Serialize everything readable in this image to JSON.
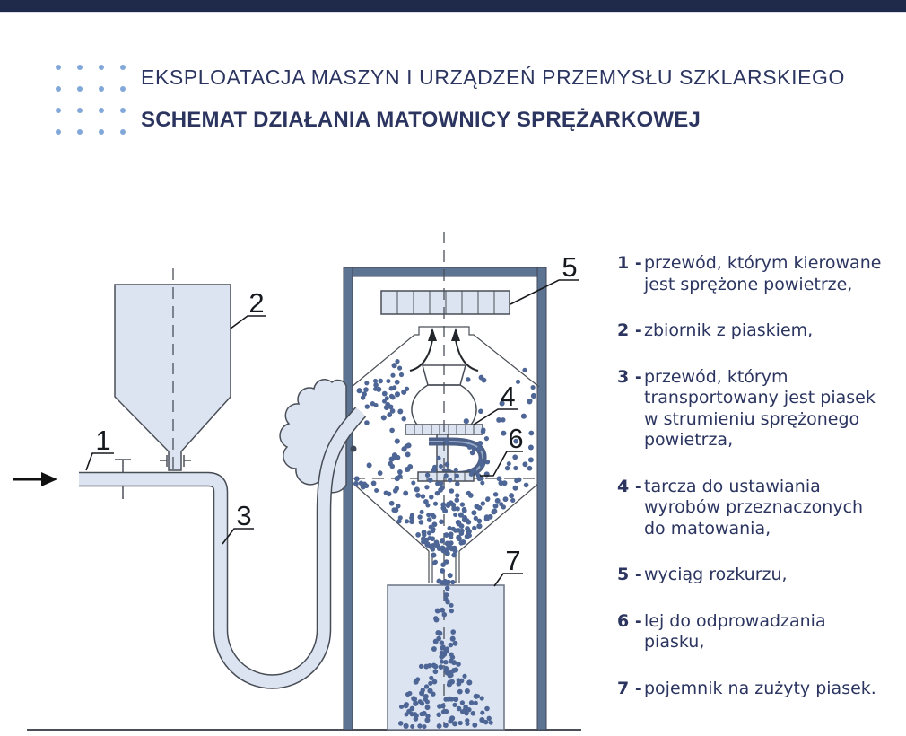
{
  "header": {
    "kicker": "EKSPLOATACJA MASZYN I URZĄDZEŃ PRZEMYSŁU SZKLARSKIEGO",
    "title": "SCHEMAT DZIAŁANIA MATOWNICY SPRĘŻARKOWEJ"
  },
  "legend": {
    "items": [
      {
        "num": "1",
        "text": "przewód, którym kierowane\njest sprężone powietrze,"
      },
      {
        "num": "2",
        "text": "zbiornik z piaskiem,"
      },
      {
        "num": "3",
        "text": "przewód, którym\ntransportowany jest piasek\nw strumieniu sprężonego\npowietrza,"
      },
      {
        "num": "4",
        "text": "tarcza do ustawiania\nwyrobów przeznaczonych\ndo matowania,"
      },
      {
        "num": "5",
        "text": "wyciąg rozkurzu,"
      },
      {
        "num": "6",
        "text": "lej do odprowadzania\npiasku,"
      },
      {
        "num": "7",
        "text": "pojemnik na zużyty piasek."
      }
    ]
  },
  "diagram": {
    "labels": [
      {
        "n": "1"
      },
      {
        "n": "2"
      },
      {
        "n": "3"
      },
      {
        "n": "4"
      },
      {
        "n": "5"
      },
      {
        "n": "6"
      },
      {
        "n": "7"
      }
    ]
  },
  "colors": {
    "bar": "#1f2a4a",
    "text": "#2b3560",
    "dotgrid": "#82a8d9",
    "fill": "#dce4f2",
    "frame": "#5d7392",
    "sand": "#4e6695",
    "line": "#4a4f57",
    "label": "#15181d"
  }
}
